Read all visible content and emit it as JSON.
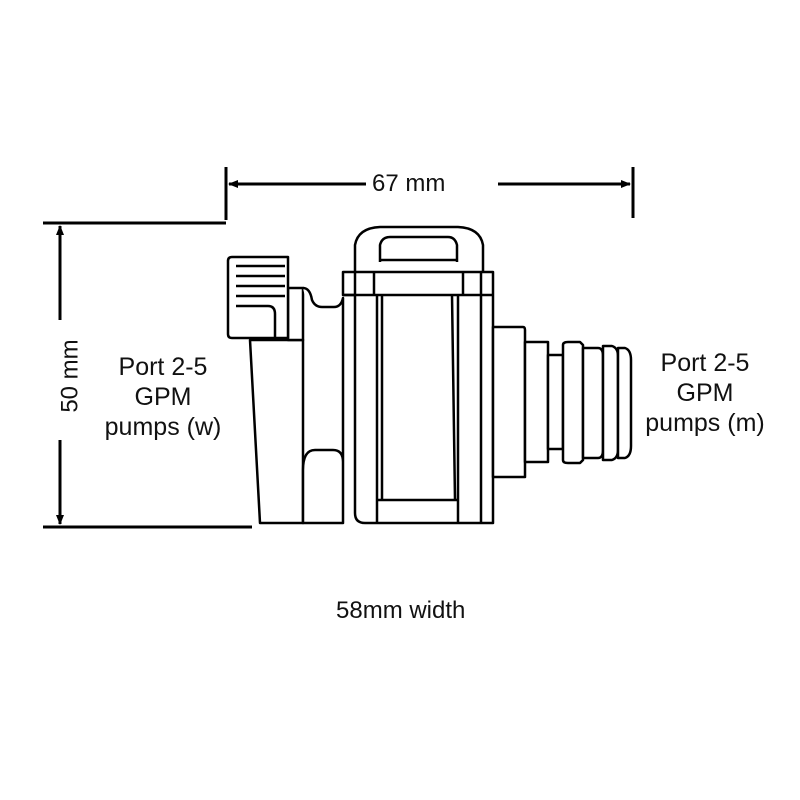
{
  "dimensions": {
    "length": "67 mm",
    "height": "50 mm",
    "width": "58mm width"
  },
  "ports": {
    "left": {
      "line1": "Port 2-5",
      "line2": "GPM",
      "line3": "pumps (w)"
    },
    "right": {
      "line1": "Port 2-5",
      "line2": "GPM",
      "line3": "pumps (m)"
    }
  },
  "colors": {
    "line": "#000000",
    "background": "#ffffff"
  }
}
